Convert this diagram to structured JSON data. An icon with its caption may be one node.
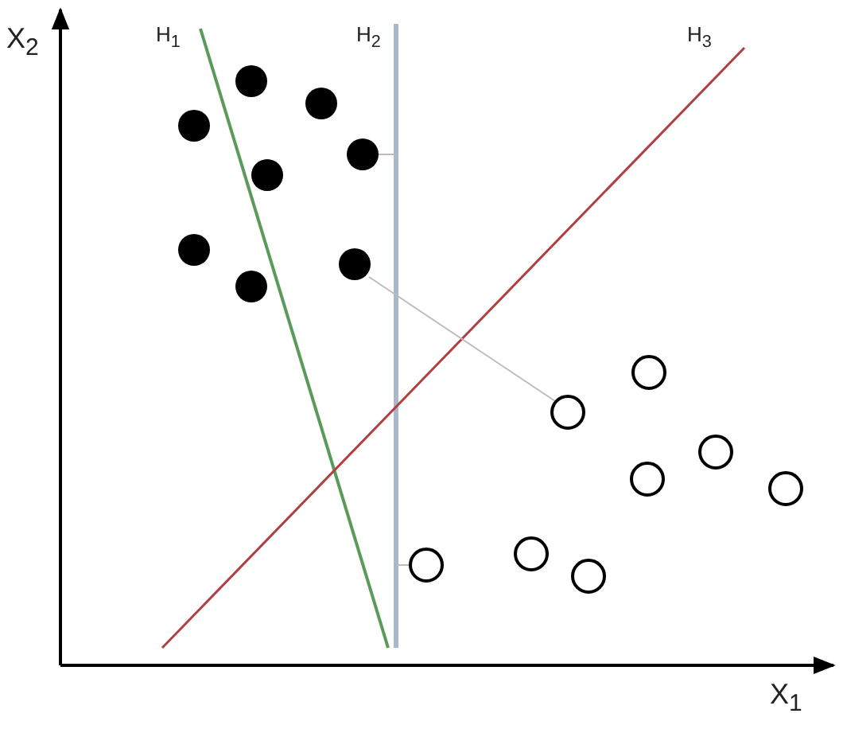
{
  "diagram": {
    "labels": [
      "H$_{1}$",
      "H$_{2}$",
      "H$_{3}$",
      "X$_{2}$",
      "X$_{1}$"
    ]
  }
}
